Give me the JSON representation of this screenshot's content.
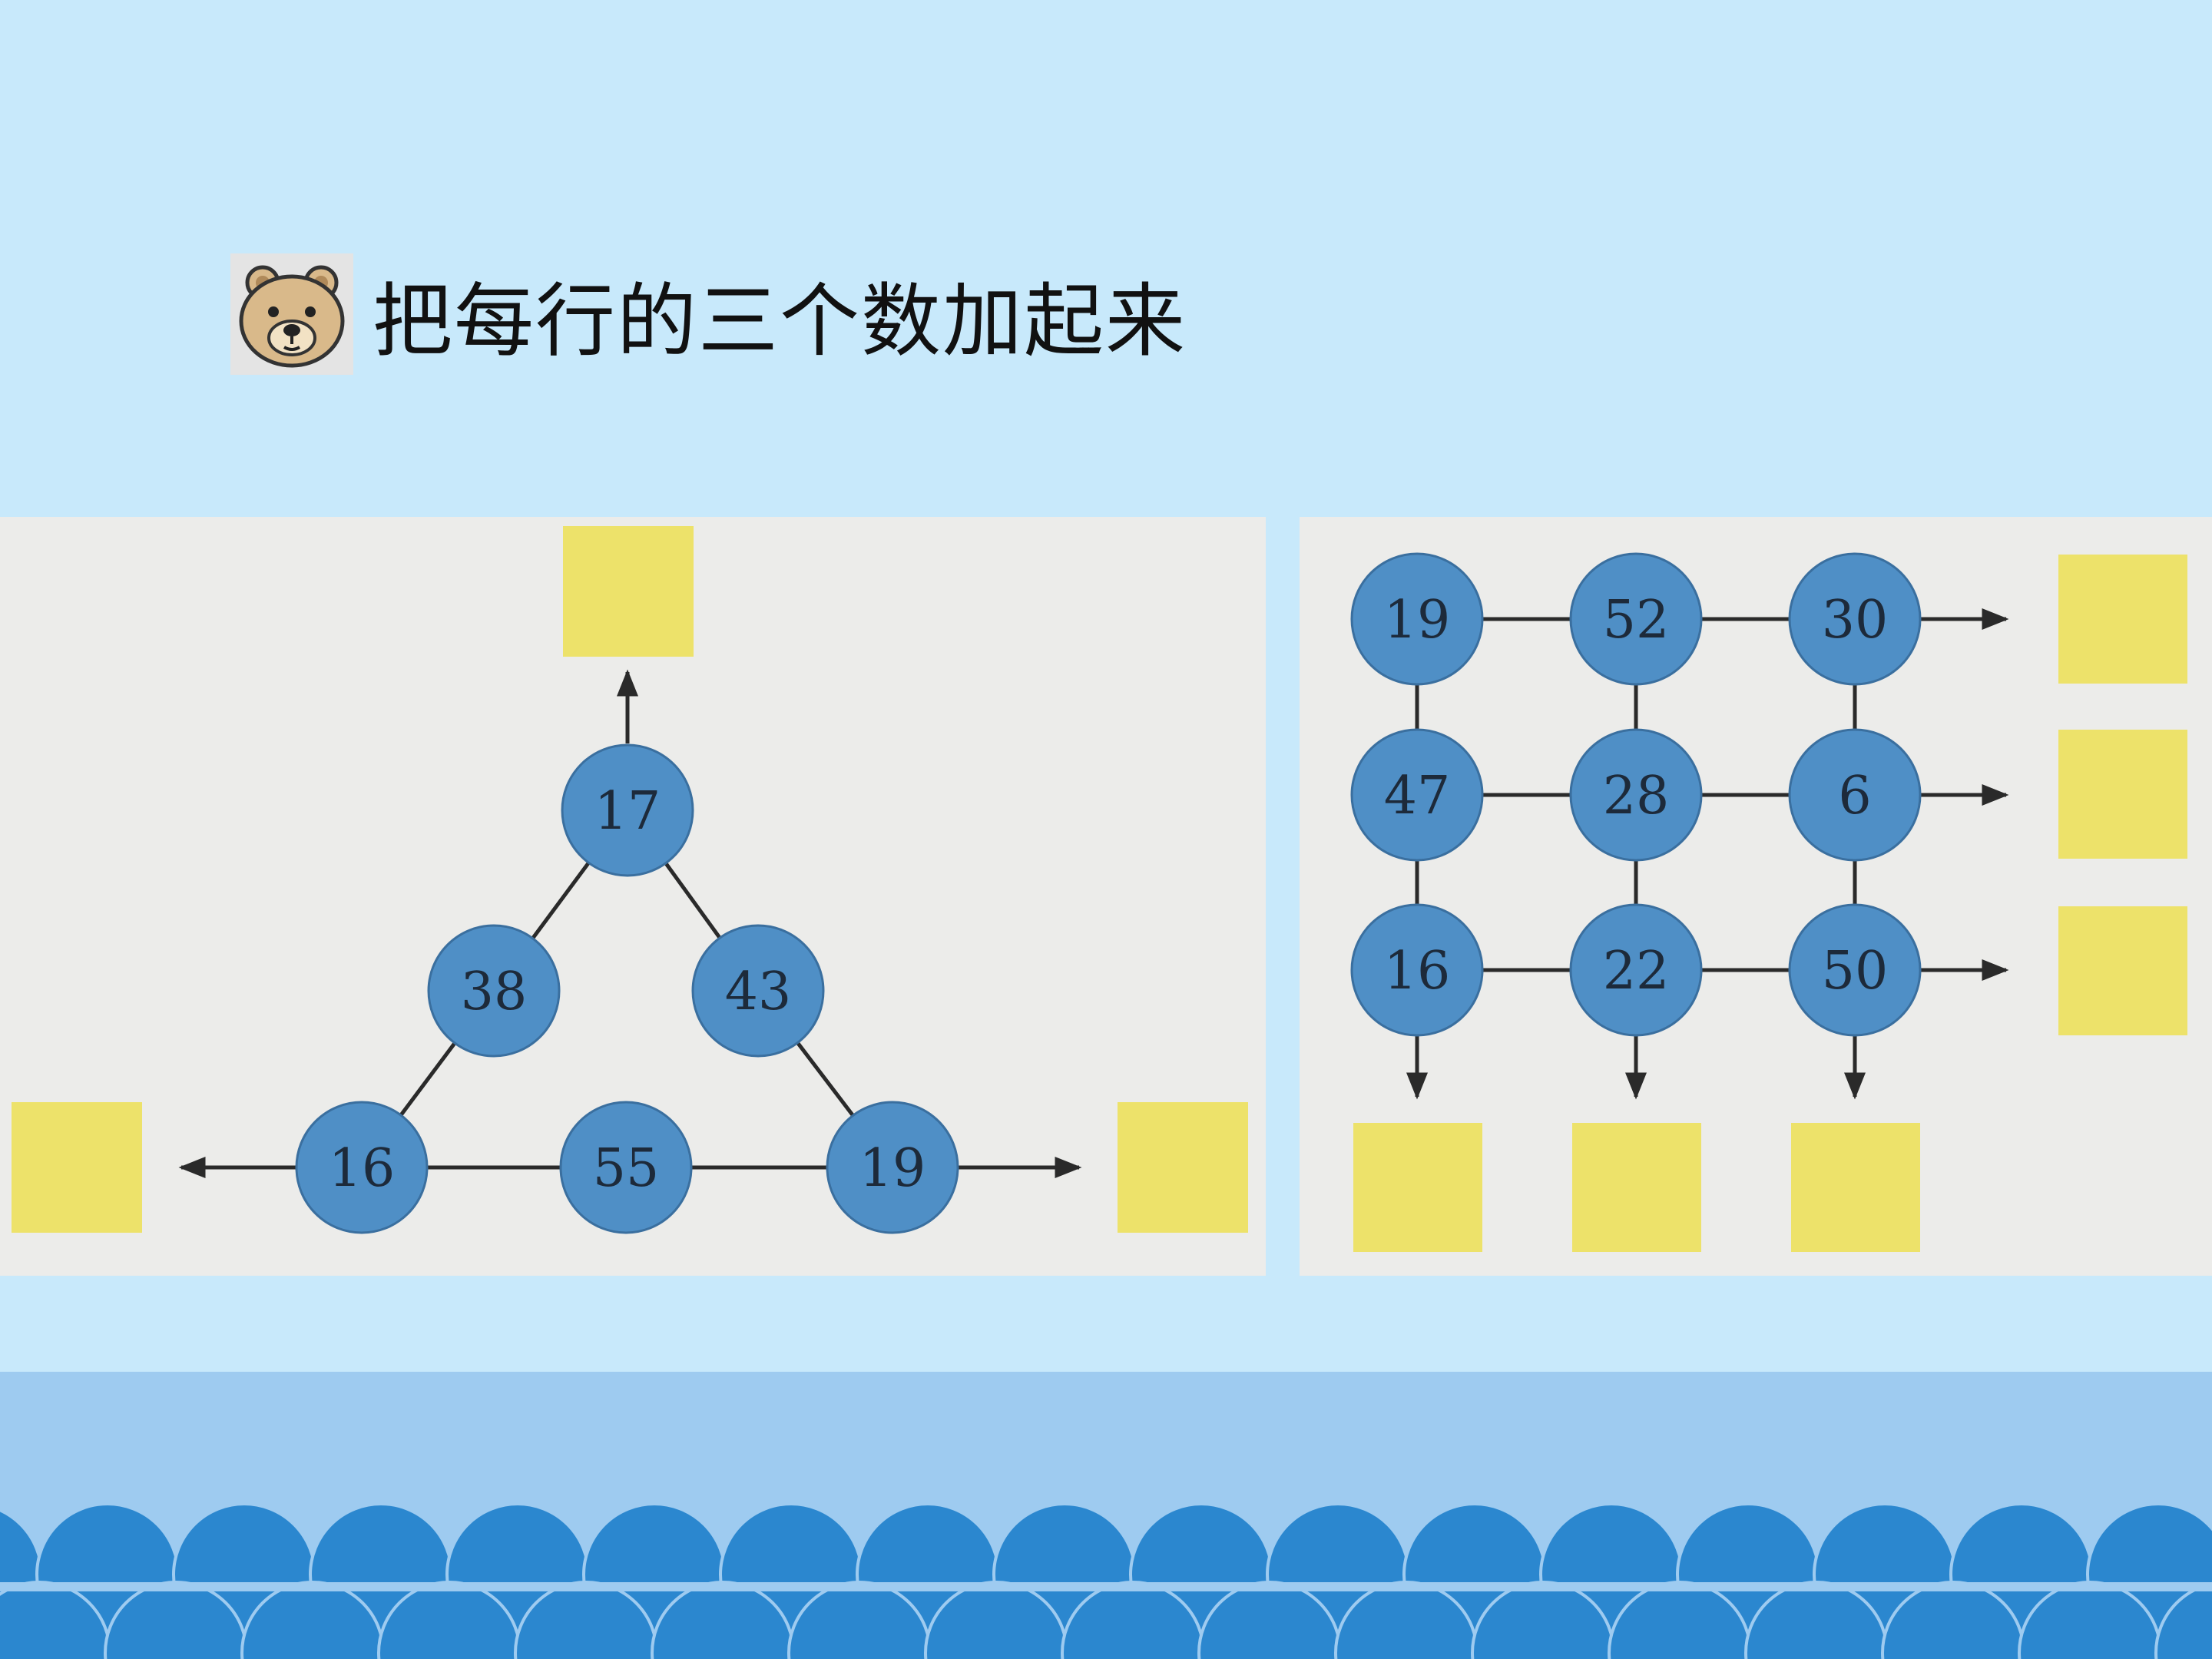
{
  "title": "把每行的三个数加起来",
  "mascot_icon": "bear-face-icon",
  "colors": {
    "background": "#c8e9fb",
    "panel": "#ececea",
    "node_fill": "#4f8fc6",
    "answer_box": "#ede26a",
    "wave_dark": "#2b87cf",
    "wave_light": "#9ecbf0"
  },
  "triangle": {
    "top": "17",
    "left_middle": "38",
    "right_middle": "43",
    "bottom_left": "16",
    "bottom_middle": "55",
    "bottom_right": "19"
  },
  "grid": {
    "rows": [
      [
        "19",
        "52",
        "30"
      ],
      [
        "47",
        "28",
        "6"
      ],
      [
        "16",
        "22",
        "50"
      ]
    ]
  }
}
